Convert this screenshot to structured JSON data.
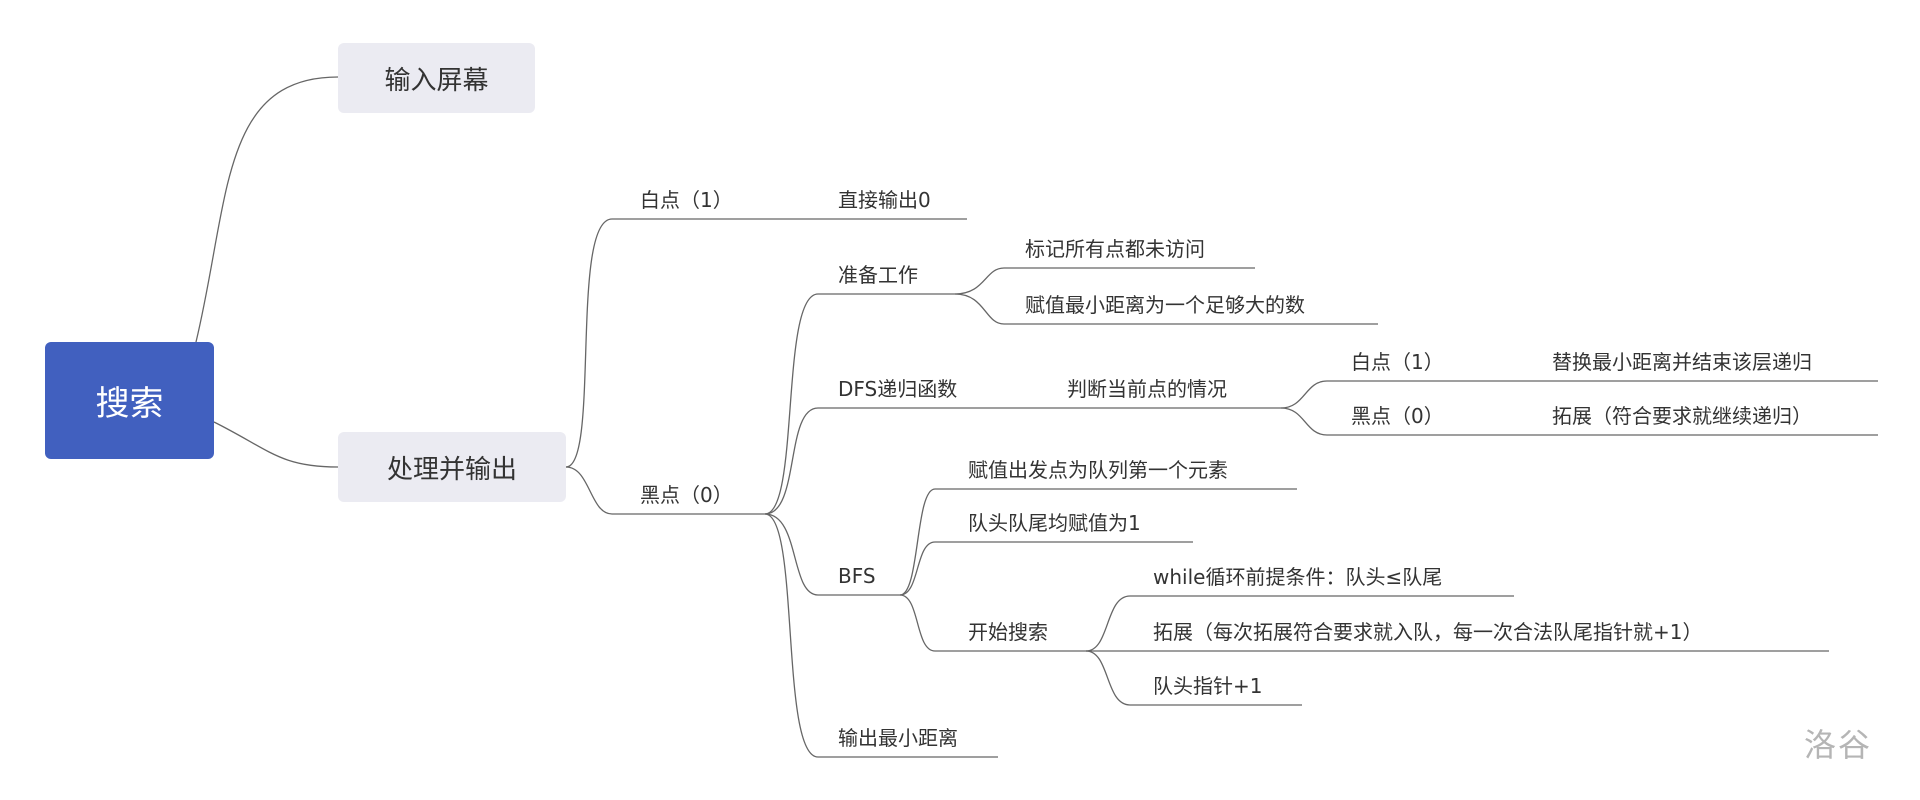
{
  "root": {
    "label": "搜索",
    "color": "#4160bf"
  },
  "branches": {
    "input": "输入屏幕",
    "process": "处理并输出"
  },
  "white": {
    "label": "白点（1）",
    "action": "直接输出0"
  },
  "black": {
    "label": "黑点（0）",
    "prep": {
      "label": "准备工作",
      "items": [
        "标记所有点都未访问",
        "赋值最小距离为一个足够大的数"
      ]
    },
    "dfs": {
      "label": "DFS递归函数",
      "judge": "判断当前点的情况",
      "white": {
        "label": "白点（1）",
        "action": "替换最小距离并结束该层递归"
      },
      "black": {
        "label": "黑点（0）",
        "action": "拓展（符合要求就继续递归）"
      }
    },
    "bfs": {
      "label": "BFS",
      "items": [
        "赋值出发点为队列第一个元素",
        "队头队尾均赋值为1"
      ],
      "search": {
        "label": "开始搜索",
        "items": [
          "while循环前提条件：队头≤队尾",
          "拓展（每次拓展符合要求就入队，每一次合法队尾指针就+1）",
          "队头指针+1"
        ]
      }
    },
    "output": "输出最小距离"
  },
  "watermark": "洛谷"
}
